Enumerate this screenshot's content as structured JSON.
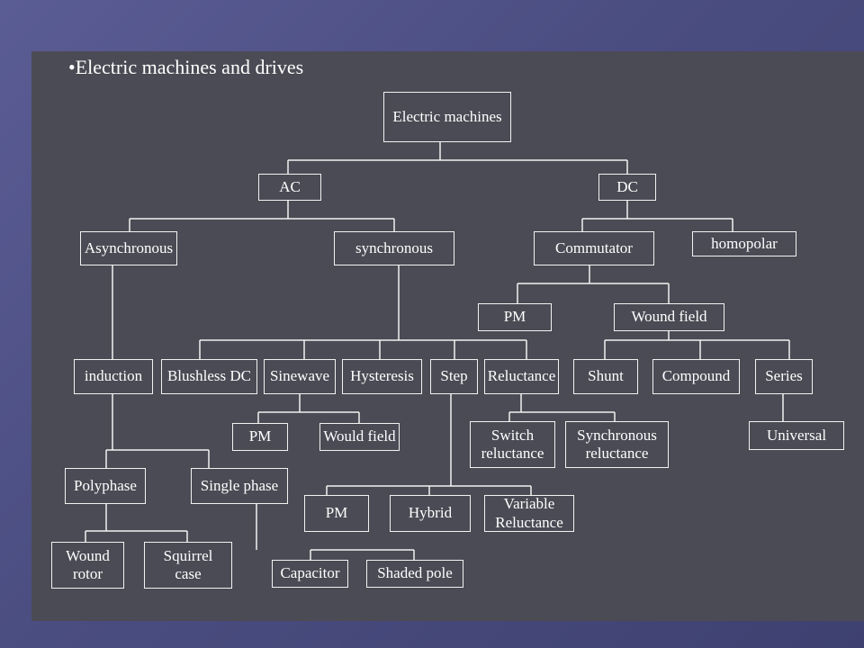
{
  "slide": {
    "title": "•Electric machines and drives"
  },
  "diagram": {
    "root": "Electric machines",
    "ac": "AC",
    "dc": "DC",
    "asynchronous": "Asynchronous",
    "synchronous": "synchronous",
    "commutator": "Commutator",
    "homopolar": "homopolar",
    "pm_dc": "PM",
    "wound_field": "Wound field",
    "induction": "induction",
    "brushless_dc": "Blushless DC",
    "sinewave": "Sinewave",
    "hysteresis": "Hysteresis",
    "step": "Step",
    "reluctance": "Reluctance",
    "shunt": "Shunt",
    "compound": "Compound",
    "series": "Series",
    "pm_sinewave": "PM",
    "would_field": "Would field",
    "switch_reluctance": "Switch\nreluctance",
    "synchronous_reluctance": "Synchronous\nreluctance",
    "universal": "Universal",
    "polyphase": "Polyphase",
    "single_phase": "Single phase",
    "pm_step": "PM",
    "hybrid": "Hybrid",
    "variable_reluctance": "Variable\nReluctance",
    "wound_rotor": "Wound\nrotor",
    "squirrel_case": "Squirrel\ncase",
    "capacitor": "Capacitor",
    "shaded_pole": "Shaded pole"
  },
  "colors": {
    "background": "#55578c",
    "panel": "#4b4b55",
    "line": "#f2f2f2",
    "text": "#ffffff"
  }
}
